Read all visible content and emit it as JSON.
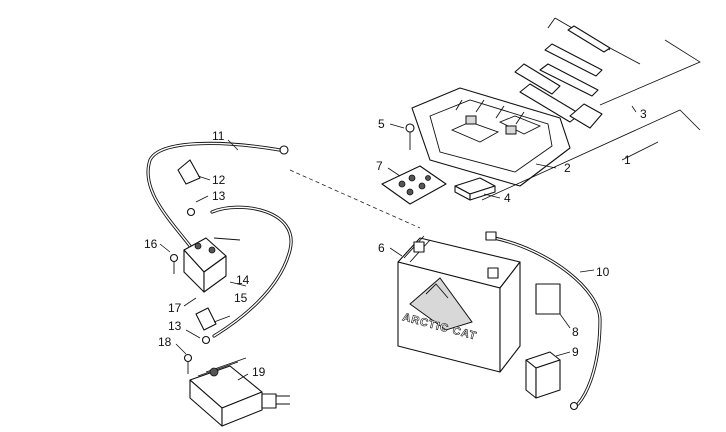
{
  "diagram": {
    "battery_brand": "ARCTIC CAT",
    "callouts": {
      "c1": "1",
      "c2": "2",
      "c3": "3",
      "c4": "4",
      "c5": "5",
      "c6": "6",
      "c7": "7",
      "c8": "8",
      "c9": "9",
      "c10": "10",
      "c11": "11",
      "c12": "12",
      "c13a": "13",
      "c13b": "13",
      "c14": "14",
      "c15": "15",
      "c16": "16",
      "c17": "17",
      "c18": "18",
      "c19": "19"
    }
  }
}
